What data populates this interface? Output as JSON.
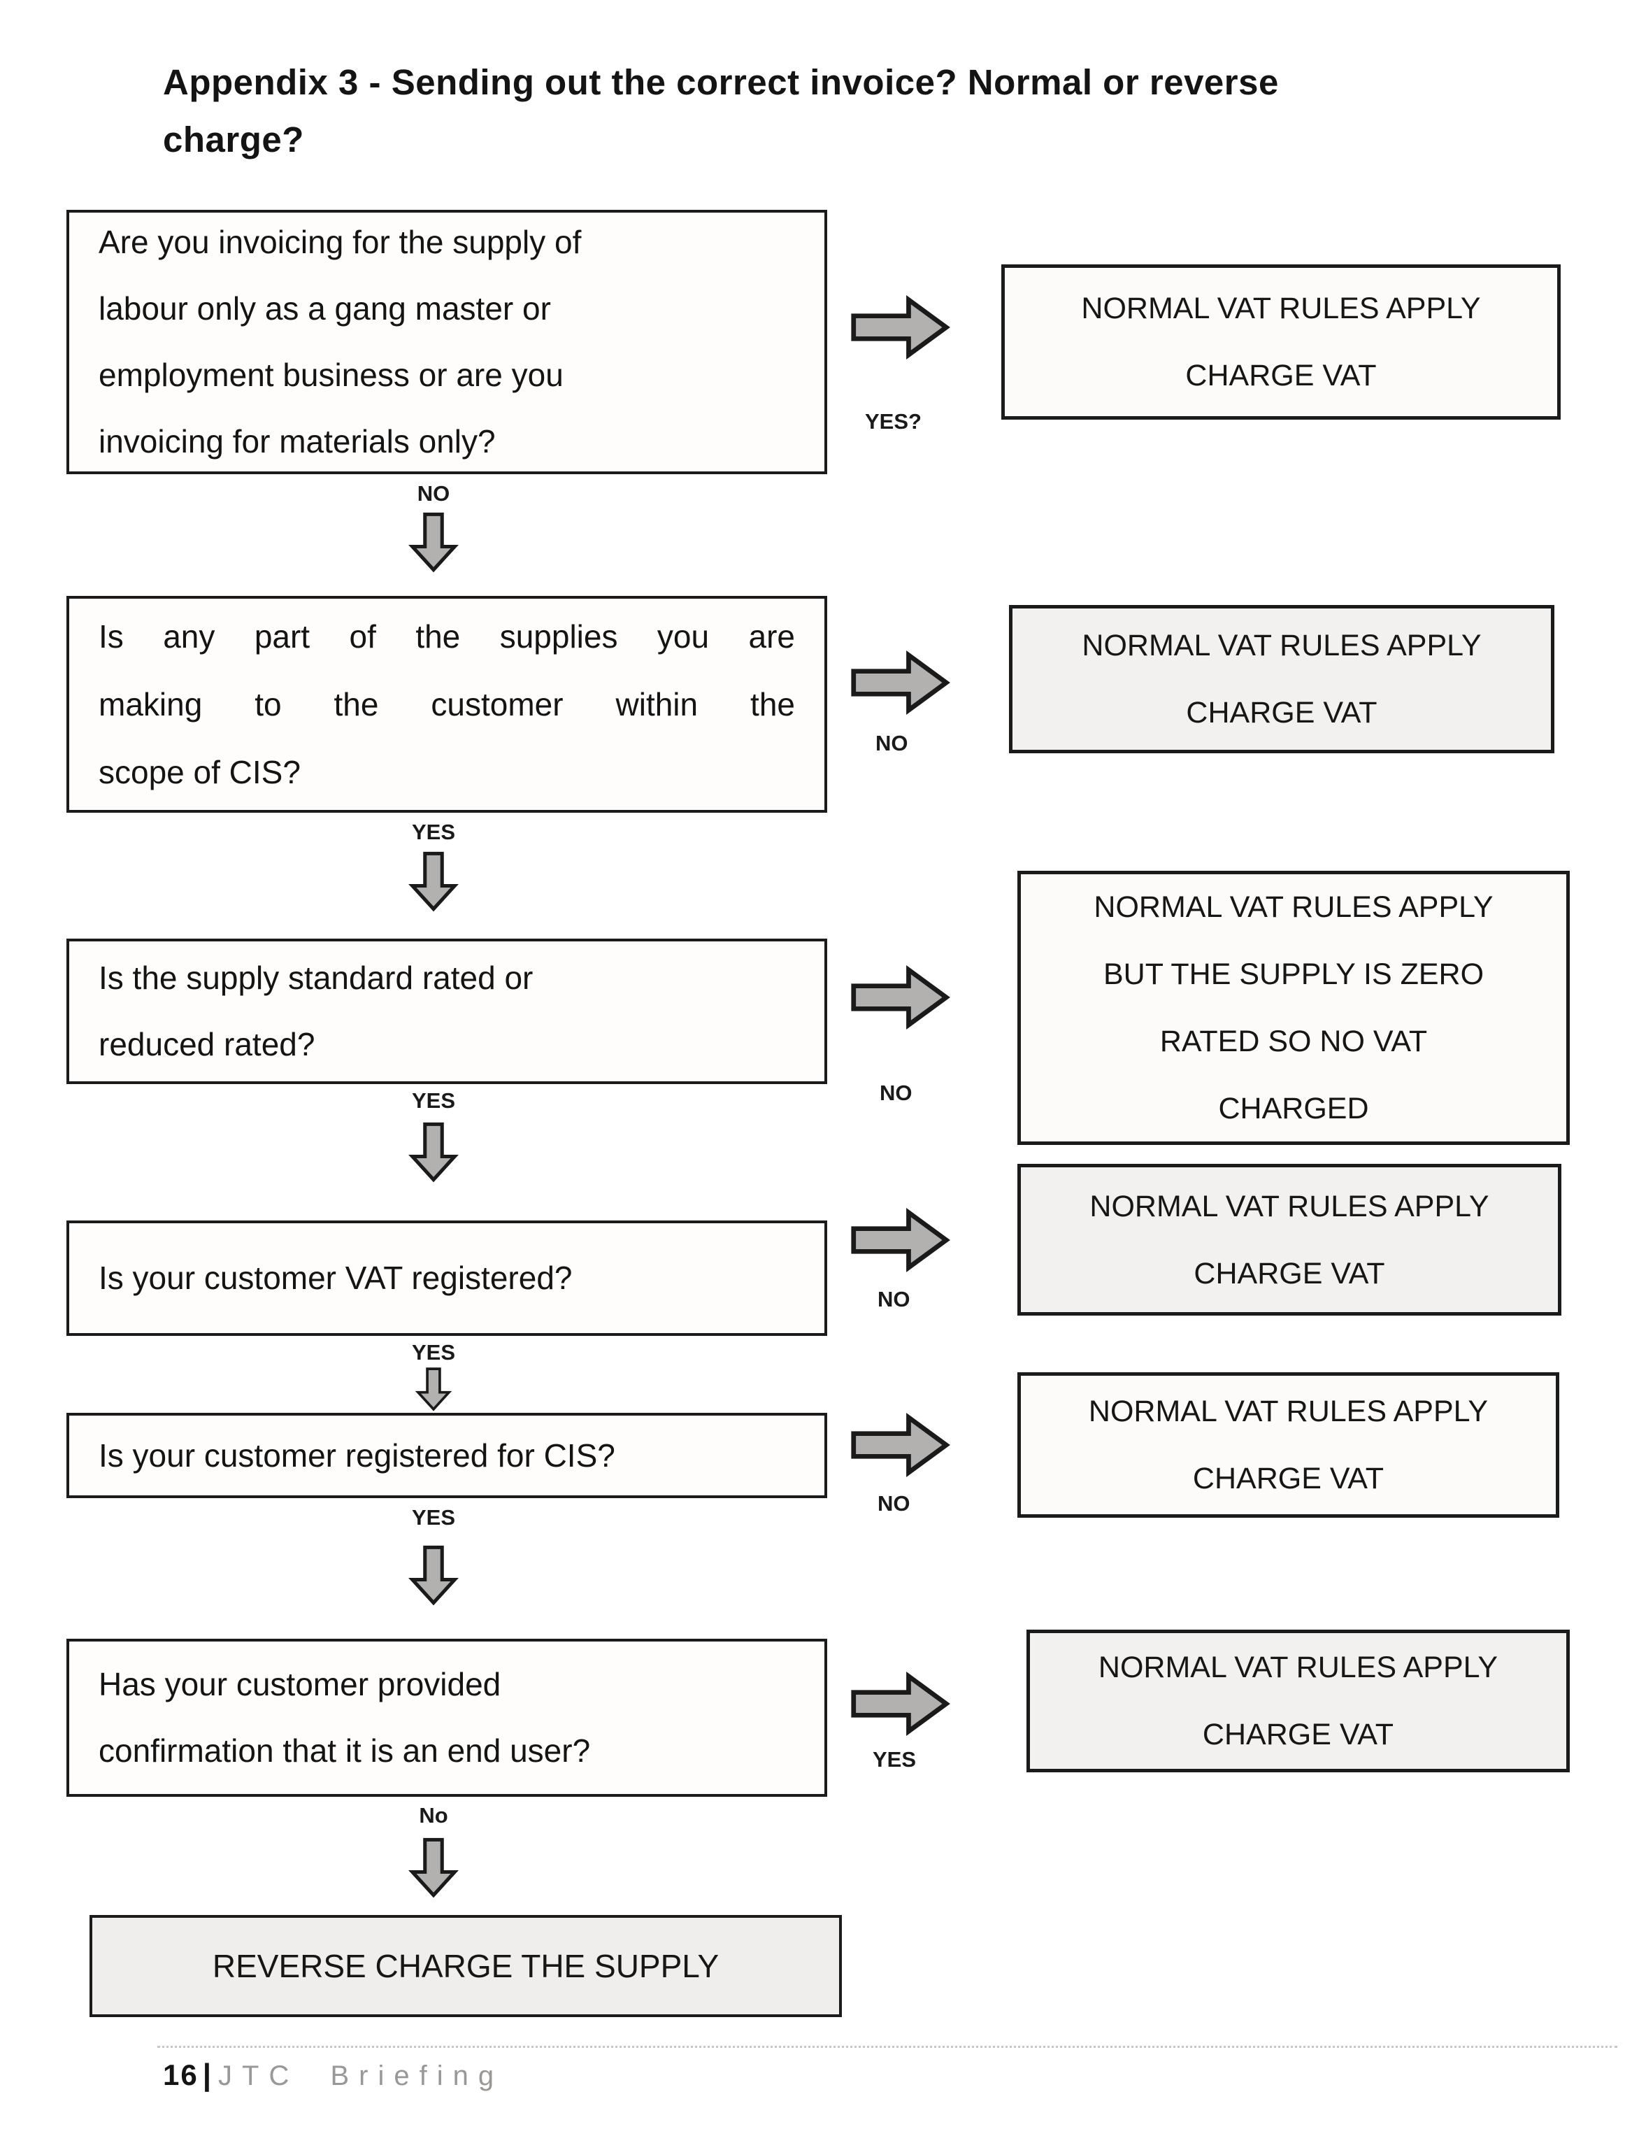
{
  "title": {
    "line1": "Appendix 3 - Sending out the correct invoice? Normal or reverse",
    "line2": "charge?"
  },
  "questions": [
    {
      "lines": [
        "Are you invoicing for the supply of",
        "labour only as a gang master or",
        "employment business or are you",
        "invoicing for materials only?"
      ],
      "down_label": "NO"
    },
    {
      "lines": [
        "Is any part of the supplies you are",
        "making to the customer within the",
        "scope of CIS?"
      ],
      "down_label": "YES"
    },
    {
      "lines": [
        "Is the supply standard rated or",
        "reduced rated?"
      ],
      "down_label": "YES"
    },
    {
      "lines": [
        "Is your customer VAT registered?"
      ],
      "down_label": "YES"
    },
    {
      "lines": [
        "Is your customer registered for CIS?"
      ],
      "down_label": "YES"
    },
    {
      "lines": [
        "Has your customer provided",
        "confirmation that it is an end user?"
      ],
      "down_label": "No"
    }
  ],
  "results": [
    {
      "branch_label": "YES?",
      "lines": [
        "NORMAL VAT RULES APPLY",
        "CHARGE VAT"
      ]
    },
    {
      "branch_label": "NO",
      "lines": [
        "NORMAL VAT RULES APPLY",
        "CHARGE VAT"
      ]
    },
    {
      "branch_label": "NO",
      "lines": [
        "NORMAL VAT RULES APPLY",
        "BUT THE SUPPLY IS ZERO",
        "RATED SO NO VAT",
        "CHARGED"
      ]
    },
    {
      "branch_label": "NO",
      "lines": [
        "NORMAL VAT RULES APPLY",
        "CHARGE VAT"
      ]
    },
    {
      "branch_label": "NO",
      "lines": [
        "NORMAL VAT RULES APPLY",
        "CHARGE VAT"
      ]
    },
    {
      "branch_label": "YES",
      "lines": [
        "NORMAL VAT RULES APPLY",
        "CHARGE VAT"
      ]
    }
  ],
  "final_box": {
    "text": "REVERSE CHARGE THE SUPPLY"
  },
  "footer": {
    "page_number": "16",
    "divider": "|",
    "brand": "JTC Briefing"
  },
  "colors": {
    "box_border": "#1b1b1b",
    "arrow_fill": "#b3b1b0",
    "arrow_outline": "#1a1a1a",
    "result_box_bg": "#f2f1ef",
    "final_box_bg": "#efeeec",
    "footer_brand": "#9a9896"
  }
}
